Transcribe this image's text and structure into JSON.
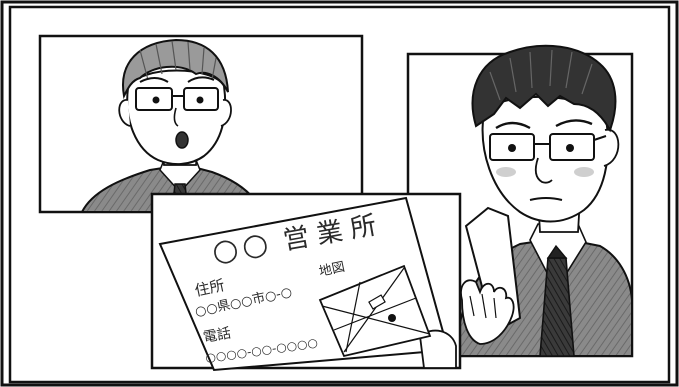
{
  "scene": {
    "paper": {
      "title_prefix": "○○",
      "title_suffix": "営業所",
      "address_label": "住所",
      "address_value": "○○県○○市○-○",
      "map_label": "地図",
      "phone_label": "電話",
      "phone_value": "○○○○-○○-○○○○"
    }
  }
}
